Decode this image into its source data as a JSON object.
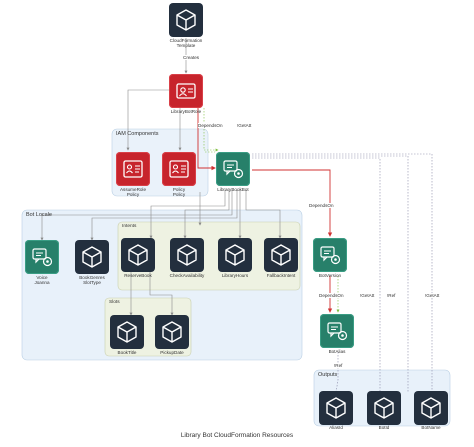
{
  "diagram": {
    "caption": "Library Bot CloudFormation Resources",
    "groups": {
      "iam": "IAM Components",
      "bot_locale": "Bot Locale",
      "intents": "Intents",
      "slots": "Slots",
      "outputs": "Outputs"
    },
    "nodes": {
      "cfn_template": "CloudFormation\nTemplate",
      "library_bot_role": "LibraryBotRole",
      "assume_role_policy": "AssumeRole\nPolicy",
      "policy": "Policy\nPolicy",
      "library_book_bot": "LibraryBookBot",
      "voice_joanna": "Voice\nJoanna",
      "book_genres_slot_type": "BookGenres\nSlotType",
      "reserve_book": "ReserveBook",
      "check_availability": "CheckAvailability",
      "library_hours": "LibraryHours",
      "fallback_intent": "FallbackIntent",
      "book_title": "BookTitle",
      "pickup_date": "PickupDate",
      "bot_version": "BotVersion",
      "bot_alias": "BotAlias",
      "alias_id": "AliasId",
      "bot_id": "BotId",
      "bot_name": "BotName"
    },
    "edges": {
      "creates": "Creates",
      "depends_on_1": "DependsOn",
      "getatt_1": "!GetAtt",
      "depends_on_2": "DependsOn",
      "depends_on_3": "DependsOn",
      "getatt_2": "!GetAtt",
      "ref_1": "!Ref",
      "getatt_3": "!GetAtt",
      "ref_2": "!Ref"
    },
    "icons": {
      "resource": "cube-icon",
      "role": "iam-role-icon",
      "policy": "iam-policy-icon",
      "bot": "lex-bot-icon",
      "voice": "voice-icon"
    },
    "colors": {
      "resource_bg": "#232f3e",
      "iam_red": "#c7242c",
      "lex_green": "#27806a",
      "depends_on_edge": "#d13232",
      "getatt_edge": "#7fbf3f",
      "iam_group_bg": "#eaf2fa",
      "bot_locale_bg": "#e8f1fa",
      "intents_bg": "#eef2e2",
      "outputs_bg": "#e8f1fa"
    }
  }
}
